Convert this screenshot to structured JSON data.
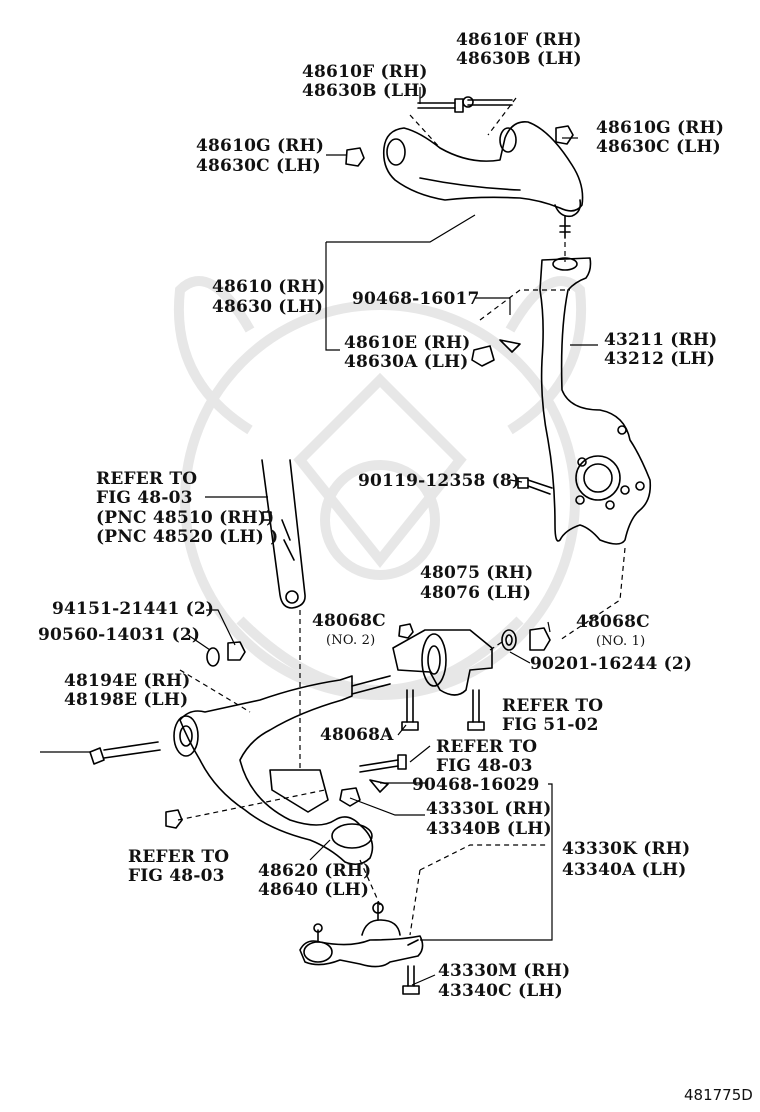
{
  "labels": {
    "upper_bolt_rh": "48610F (RH)",
    "upper_bolt_lh": "48630B (LH)",
    "upper_bolt_rh_2": "48610F (RH)",
    "upper_bolt_lh_2": "48630B (LH)",
    "nut_left_rh": "48610G (RH)",
    "nut_left_lh": "48630C (LH)",
    "nut_right_rh": "48610G (RH)",
    "nut_right_lh": "48630C (LH)",
    "upper_arm_rh": "48610 (RH)",
    "upper_arm_lh": "48630 (LH)",
    "cotter_pin_1": "90468-16017",
    "nut_upper_ball_rh": "48610E (RH)",
    "nut_upper_ball_lh": "48630A (LH)",
    "knuckle_rh": "43211 (RH)",
    "knuckle_lh": "43212 (LH)",
    "bolt_8": "90119-12358 (8)",
    "refer_to_1": "REFER TO",
    "fig_48_03_a": "FIG 48-03",
    "pnc_rh": "(PNC 48510 (RH))",
    "pnc_lh": "(PNC 48520 (LH) )",
    "bushing_rh": "48075 (RH)",
    "bushing_lh": "48076 (LH)",
    "nut_94151": "94151-21441 (2)",
    "washer_90560": "90560-14031 (2)",
    "part_48068c_no2": "48068C",
    "no2": "(NO. 2)",
    "part_48068c_no1": "48068C",
    "no1": "(NO. 1)",
    "washer_90201": "90201-16244 (2)",
    "cam_rh": "48194E (RH)",
    "cam_lh": "48198E (LH)",
    "refer_to_2": "REFER TO",
    "fig_51_02": "FIG 51-02",
    "part_48068a": "48068A",
    "refer_to_3": "REFER TO",
    "fig_48_03_b": "FIG 48-03",
    "cotter_pin_2": "90468-16029",
    "nut_43330l": "43330L (RH)",
    "nut_43340b": "43340B (LH)",
    "refer_to_4": "REFER TO",
    "fig_48_03_c": "FIG 48-03",
    "lower_arm_rh": "48620 (RH)",
    "lower_arm_lh": "48640 (LH)",
    "ball_joint_rh": "43330K (RH)",
    "ball_joint_lh": "43340A (LH)",
    "bolt_43330m": "43330M (RH)",
    "bolt_43340c": "43340C (LH)"
  },
  "figure_id": "481775D"
}
